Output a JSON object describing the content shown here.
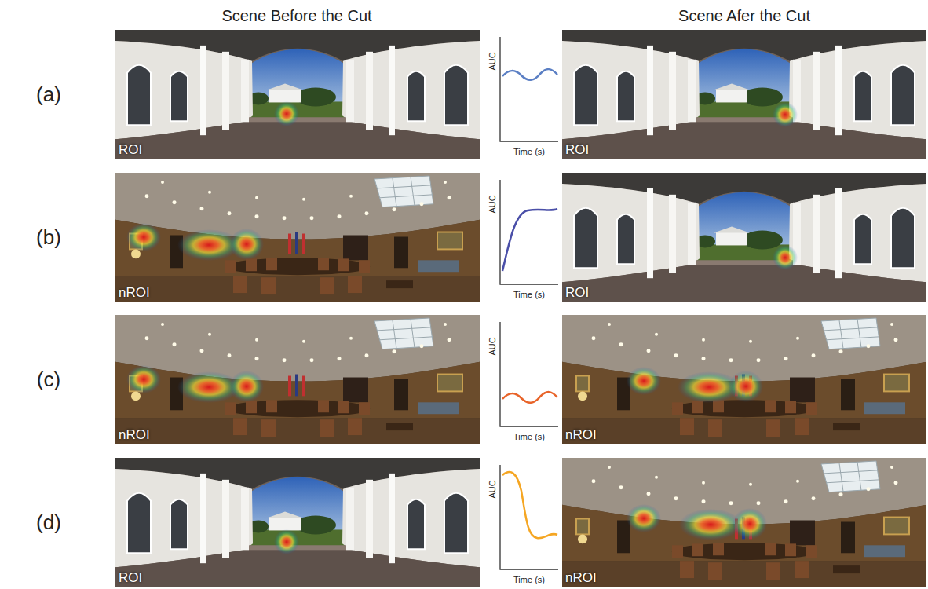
{
  "diagram": {
    "labels": [
      "Scene Before the Cut",
      "Scene Afer the Cut",
      "(a)",
      "ROI",
      "AUC",
      "Time (s)",
      "ROI",
      "(b)",
      "nROI",
      "AUC",
      "Time (s)",
      "ROI",
      "(c)",
      "nROI",
      "AUC",
      "Time (s)",
      "nROI",
      "(d)",
      "ROI",
      "AUC",
      "Time (s)",
      "nROI"
    ]
  }
}
